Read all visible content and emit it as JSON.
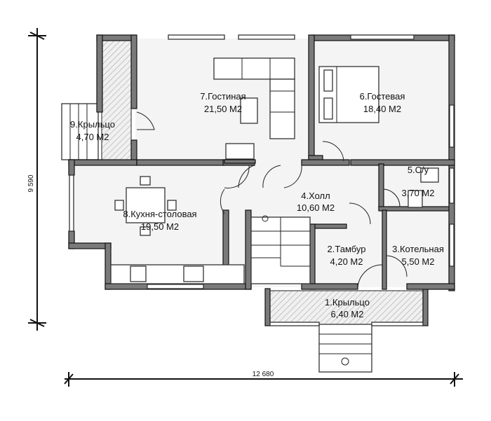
{
  "rooms": [
    {
      "name": "1.Крыльцо",
      "area": "6,40 М2"
    },
    {
      "name": "2.Тамбур",
      "area": "4,20 М2"
    },
    {
      "name": "3.Котельная",
      "area": "5,50 М2"
    },
    {
      "name": "4.Холл",
      "area": "10,60 М2"
    },
    {
      "name": "5.С/у",
      "area": "3,70 М2"
    },
    {
      "name": "6.Гостевая",
      "area": "18,40 М2"
    },
    {
      "name": "7.Гостиная",
      "area": "21,50 М2"
    },
    {
      "name": "8.Кухня-столовая",
      "area": "19,50 М2"
    },
    {
      "name": "9.Крыльцо",
      "area": "4,70 М2"
    }
  ],
  "dimensions": {
    "width": "12 680",
    "height": "9 590"
  }
}
